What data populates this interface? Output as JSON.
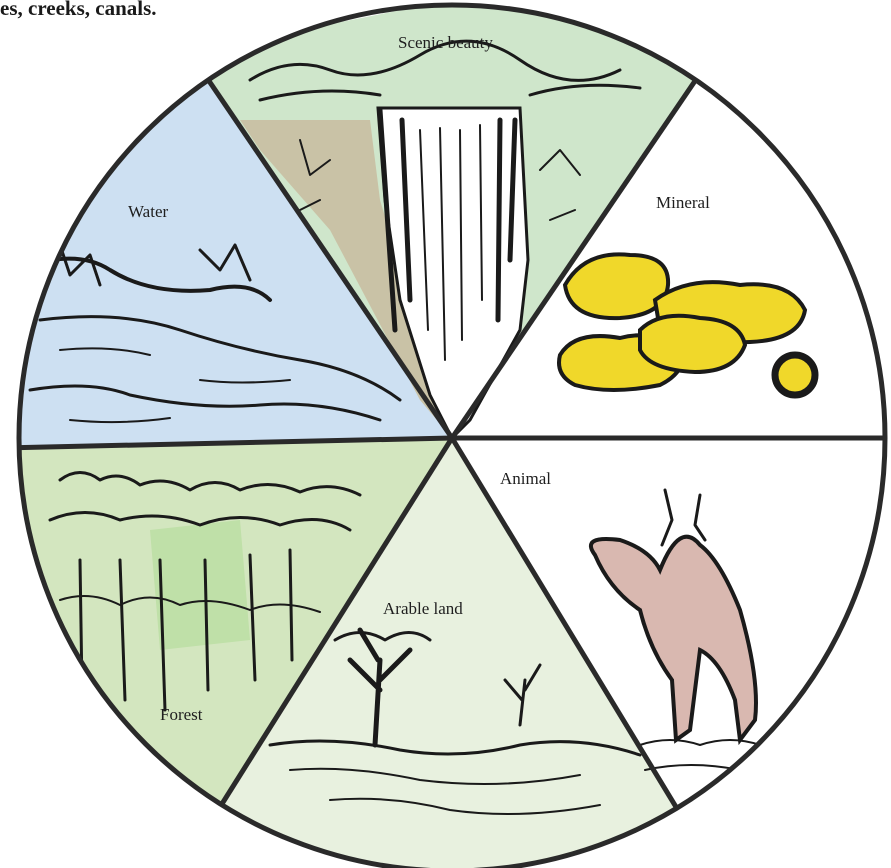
{
  "header": {
    "text": "es, creeks, canals."
  },
  "colors": {
    "scenic": "#cfe6cb",
    "water": "#cde0f2",
    "mineral": "#ffffff",
    "forest": "#d3e6bf",
    "arable": "#e8f1df",
    "animal": "#ffffff",
    "deer": "#d9b8b0",
    "gold": "#f0d82a",
    "cliff": "#c9c2a6",
    "outline": "#2a2a2a"
  },
  "segments": {
    "scenic": {
      "label": "Scenic beauty",
      "icon": "waterfall-icon"
    },
    "mineral": {
      "label": "Mineral",
      "icon": "gold-nugget-icon"
    },
    "animal": {
      "label": "Animal",
      "icon": "deer-icon"
    },
    "arable": {
      "label": "Arable land",
      "icon": "field-tree-icon"
    },
    "forest": {
      "label": "Forest",
      "icon": "forest-icon"
    },
    "water": {
      "label": "Water",
      "icon": "river-icon"
    }
  }
}
